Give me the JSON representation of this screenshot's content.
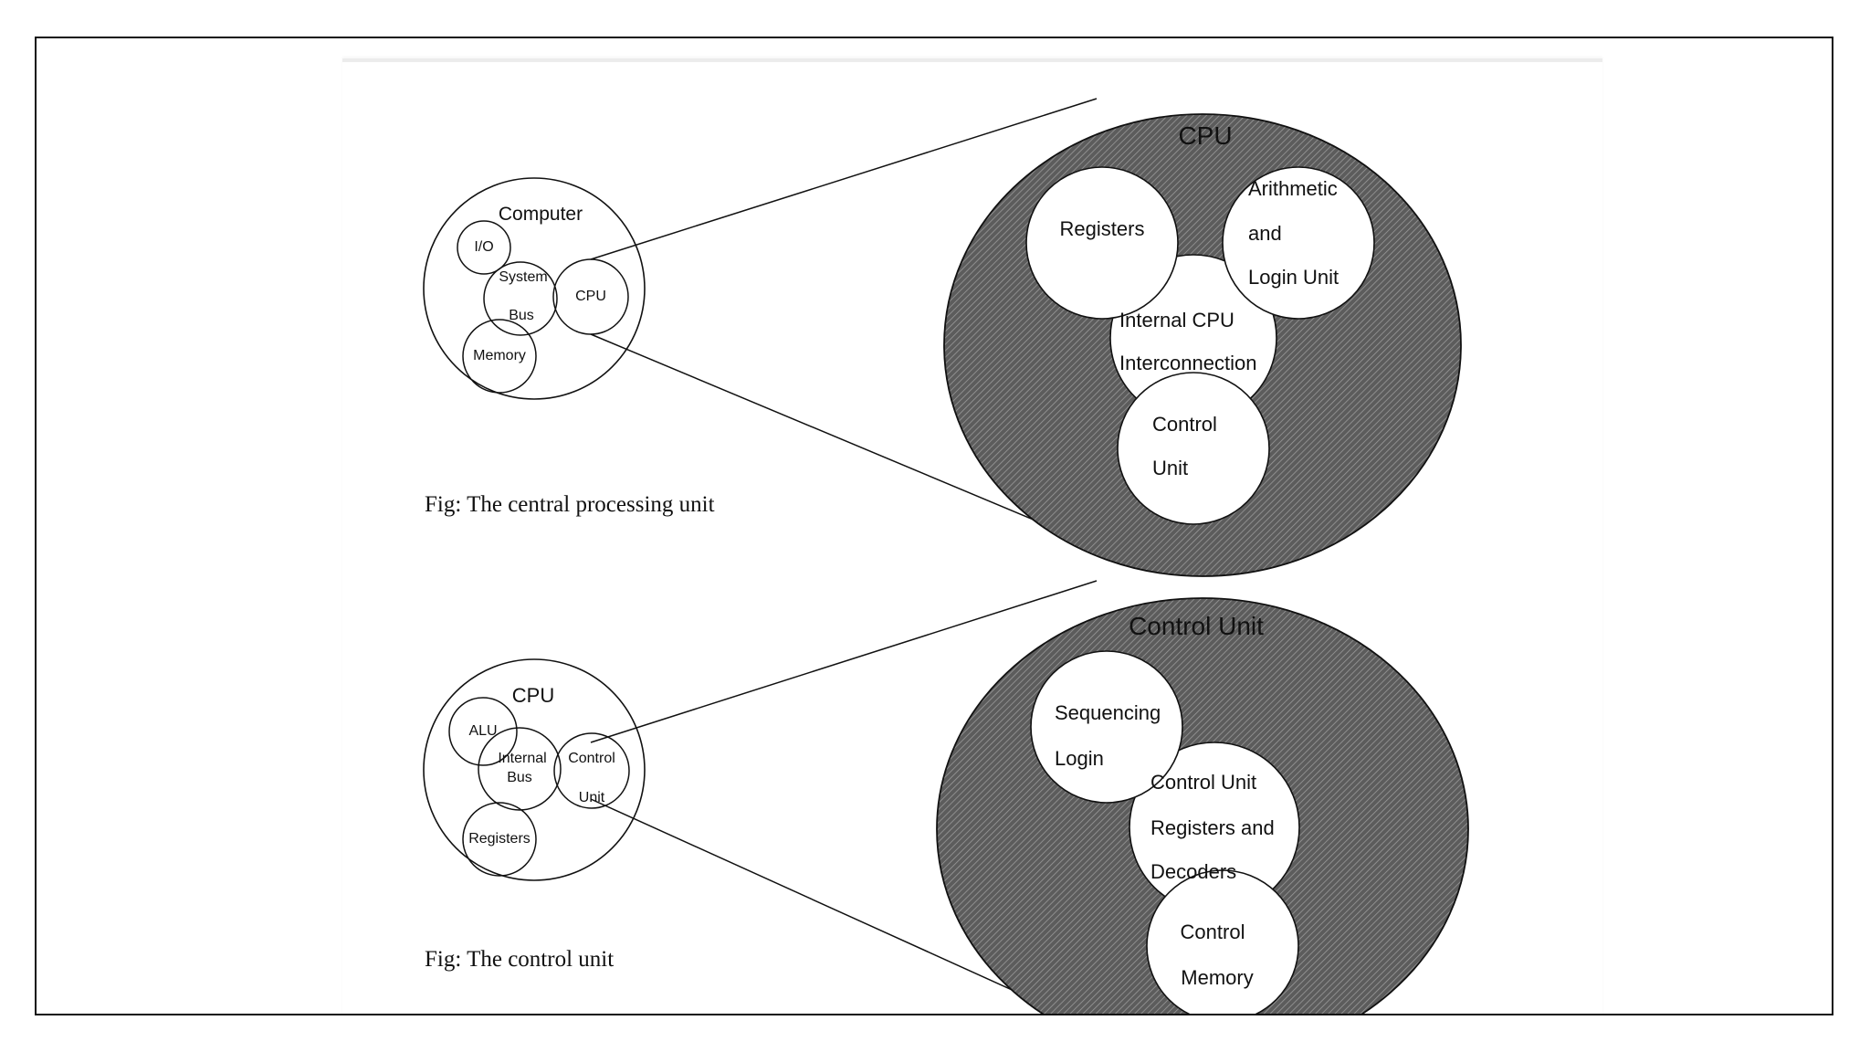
{
  "fig1": {
    "small": {
      "title": "Computer",
      "io": "I/O",
      "bus_line1": "System",
      "bus_line2": "Bus",
      "cpu": "CPU",
      "memory": "Memory"
    },
    "big": {
      "title": "CPU",
      "registers": "Registers",
      "alu_line1": "Arithmetic",
      "alu_line2": "and",
      "alu_line3": "Login Unit",
      "interconn_line1": "Internal CPU",
      "interconn_line2": "Interconnection",
      "control_line1": "Control",
      "control_line2": "Unit"
    },
    "caption": "Fig: The central processing unit"
  },
  "fig2": {
    "small": {
      "title": "CPU",
      "alu": "ALU",
      "bus_line1": "Internal",
      "bus_line2": "Bus",
      "cu_line1": "Control",
      "cu_line2": "Unit",
      "registers": "Registers"
    },
    "big": {
      "title": "Control Unit",
      "seq_line1": "Sequencing",
      "seq_line2": "Login",
      "regdec_line1": "Control Unit",
      "regdec_line2": "Registers and",
      "regdec_line3": "Decoders",
      "mem_line1": "Control",
      "mem_line2": "Memory"
    },
    "caption": "Fig: The control unit"
  },
  "colors": {
    "hatch_bg": "#5c5c5c",
    "hatch_line": "#9a9a9a",
    "stroke": "#111111"
  }
}
